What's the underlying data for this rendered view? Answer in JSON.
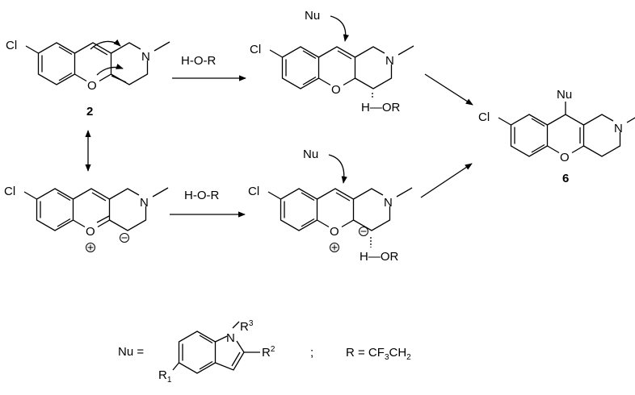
{
  "molecules": {
    "compound_2": {
      "cl": "Cl",
      "o": "O",
      "n": "N",
      "number": "2"
    },
    "ylide": {
      "cl": "Cl",
      "o": "O",
      "n": "N"
    },
    "intermediate_top": {
      "cl": "Cl",
      "o": "O",
      "n": "N",
      "nu": "Nu",
      "h_bond": "H—OR"
    },
    "intermediate_bottom": {
      "cl": "Cl",
      "o": "O",
      "n": "N",
      "nu": "Nu",
      "h_bond": "H—OR"
    },
    "product_6": {
      "cl": "Cl",
      "o": "O",
      "n": "N",
      "nu": "Nu",
      "number": "6"
    }
  },
  "reagents": {
    "top": "H-O-R",
    "bottom": "H-O-R"
  },
  "legend": {
    "nu_eq": "Nu =",
    "r1": "R",
    "r1_sub": "1",
    "r2": "R",
    "r2_sup": "2",
    "r3": "R",
    "r3_sup": "3",
    "indole_n": "N",
    "separator": ";",
    "r_def_prefix": "R = CF",
    "r_def_sub1": "3",
    "r_def_mid": "CH",
    "r_def_sub2": "2"
  }
}
